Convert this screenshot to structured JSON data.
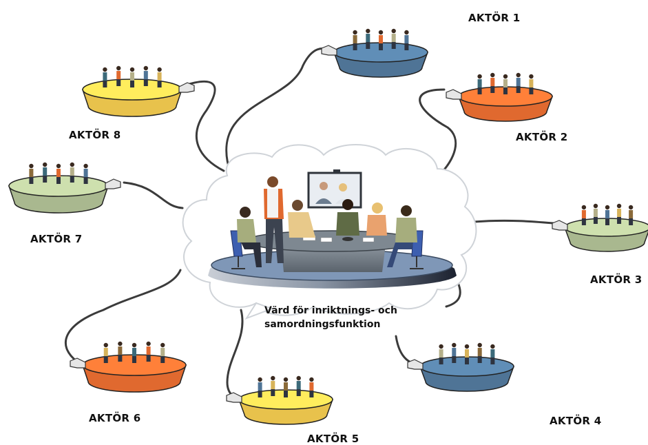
{
  "host": {
    "line1": "Värd för inriktnings- och",
    "line2": "samordningsfunktion"
  },
  "actors": [
    {
      "id": "a1",
      "label": "AKTÖR 1",
      "color": "#4f7496"
    },
    {
      "id": "a2",
      "label": "AKTÖR 2",
      "color": "#e0692f"
    },
    {
      "id": "a3",
      "label": "AKTÖR 3",
      "color": "#a9b88f"
    },
    {
      "id": "a4",
      "label": "AKTÖR 4",
      "color": "#4f7496"
    },
    {
      "id": "a5",
      "label": "AKTÖR 5",
      "color": "#e8c24c"
    },
    {
      "id": "a6",
      "label": "AKTÖR 6",
      "color": "#e0692f"
    },
    {
      "id": "a7",
      "label": "AKTÖR 7",
      "color": "#a9b88f"
    },
    {
      "id": "a8",
      "label": "AKTÖR 8",
      "color": "#e8c24c"
    }
  ]
}
